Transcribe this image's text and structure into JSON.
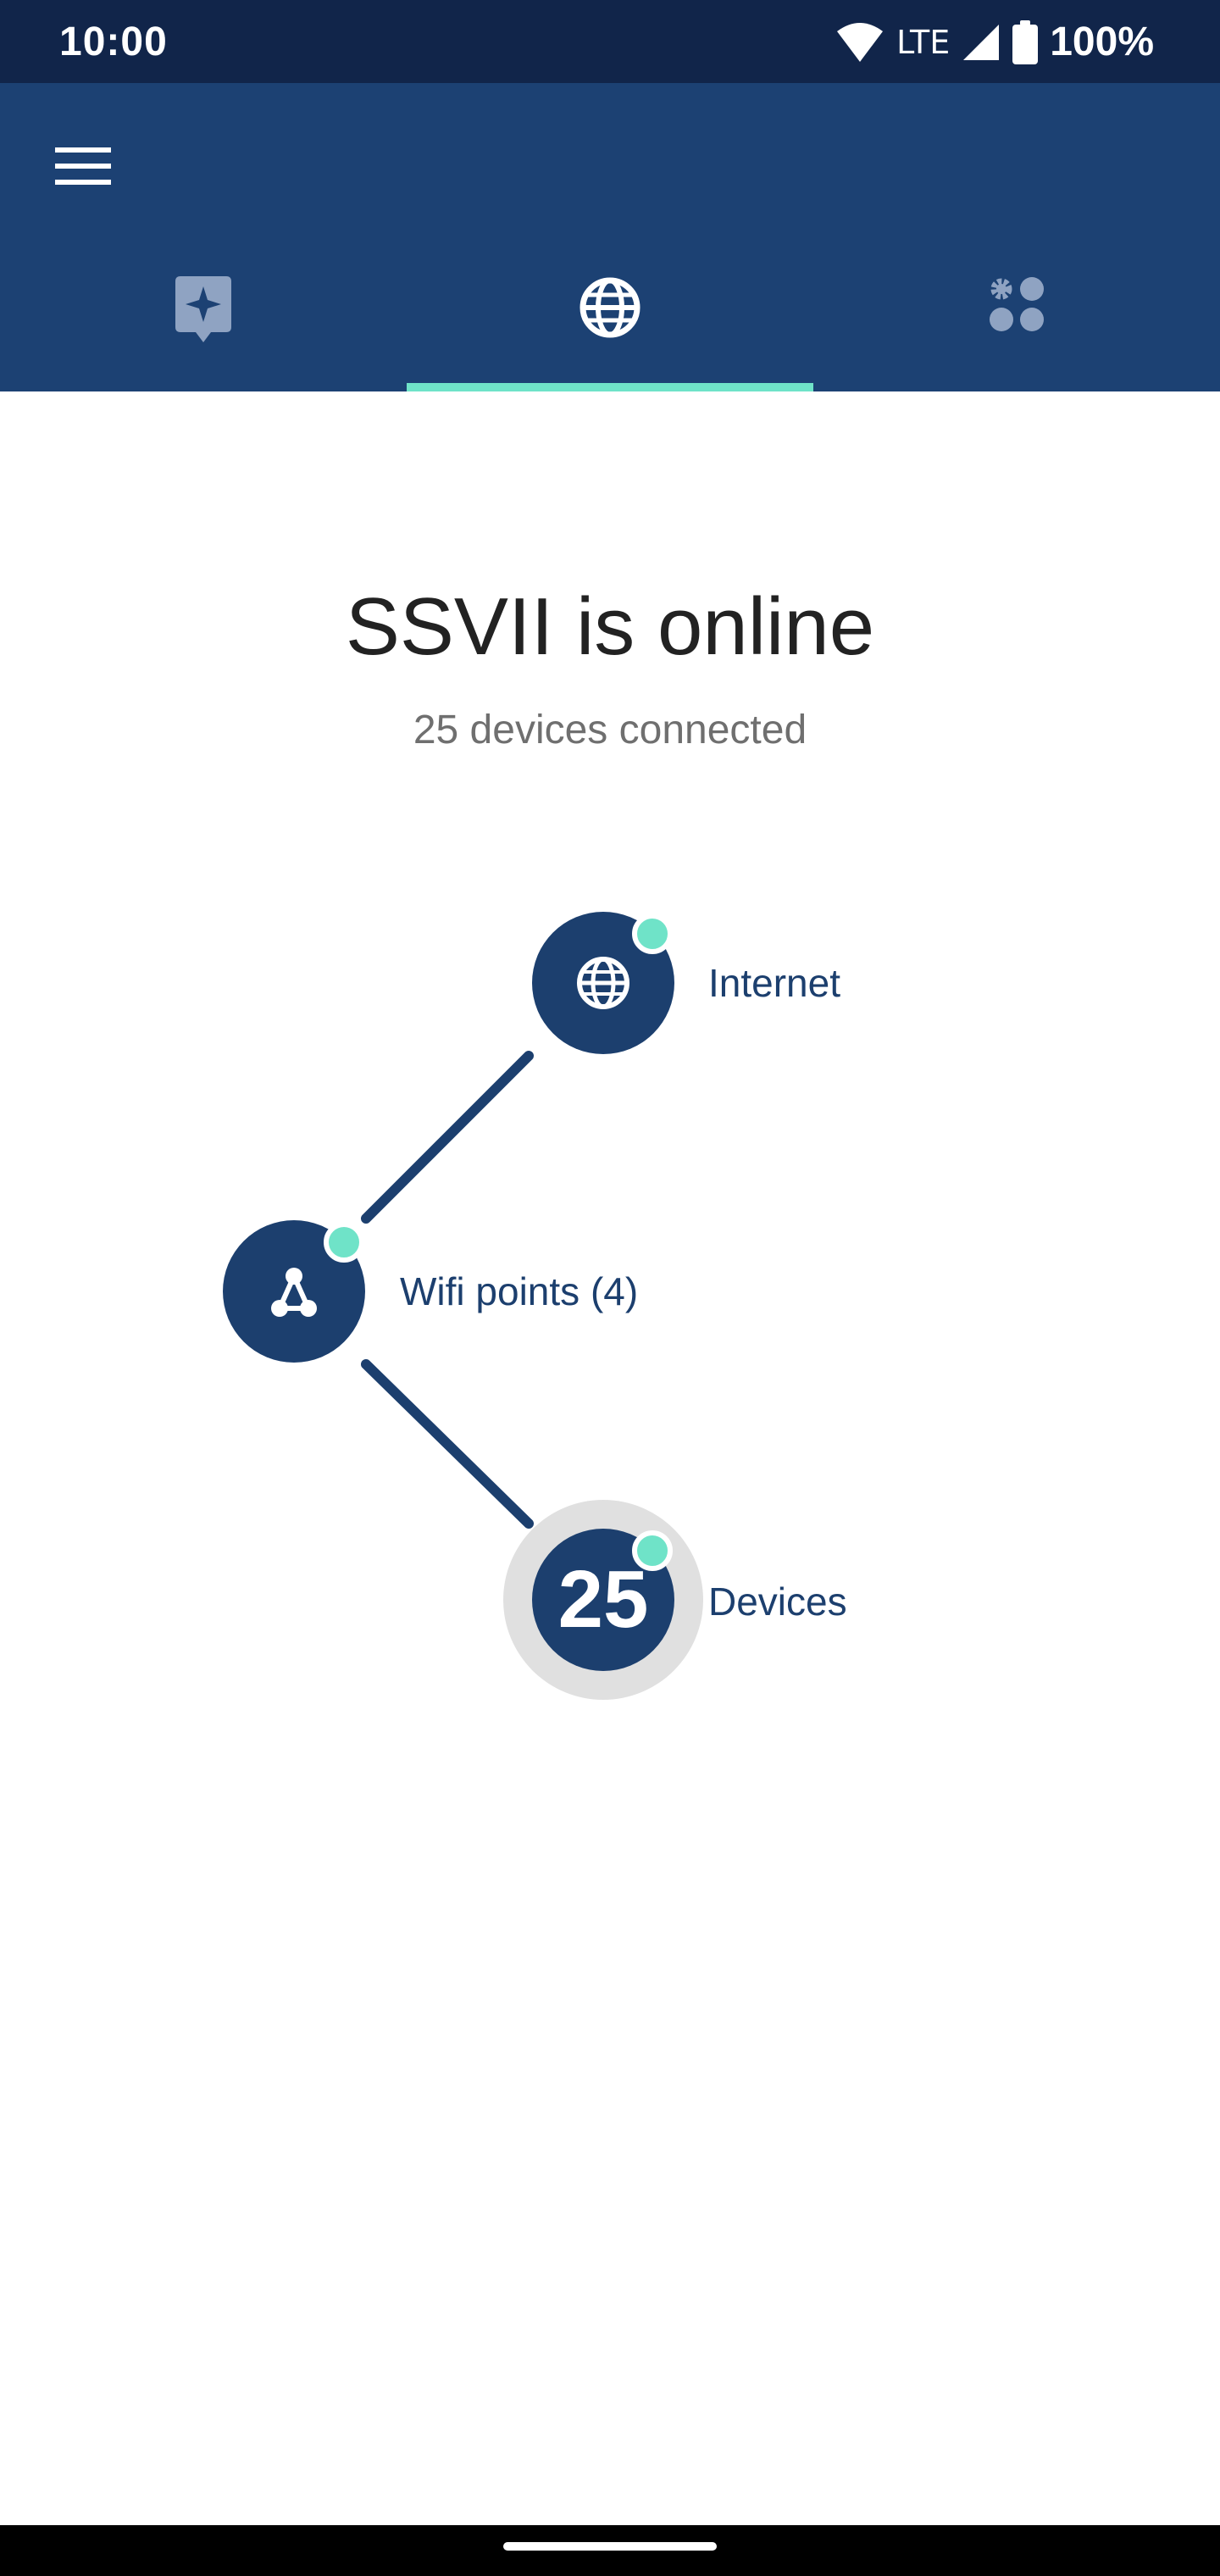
{
  "status_bar": {
    "time": "10:00",
    "network": "LTE",
    "battery": "100%"
  },
  "header": {
    "menu_icon": "hamburger-menu-icon",
    "tabs": [
      {
        "icon": "sparkle-chat-icon",
        "selected": false
      },
      {
        "icon": "globe-icon",
        "selected": true
      },
      {
        "icon": "gear-apps-grid-icon",
        "selected": false
      }
    ]
  },
  "main": {
    "title": "SSVII is online",
    "subtitle": "25 devices connected"
  },
  "topology": {
    "internet": {
      "label": "Internet",
      "icon": "globe-icon",
      "status": "online"
    },
    "wifi_points": {
      "label": "Wifi points (4)",
      "icon": "mesh-network-icon",
      "status": "online"
    },
    "devices": {
      "label": "Devices",
      "count": "25",
      "status": "online"
    }
  },
  "colors": {
    "status_bar": "#11254a",
    "header": "#1c4173",
    "node": "#1c3f6e",
    "online_dot": "#6fe3c8",
    "tab_indicator": "#6fe3c8",
    "devices_ring": "#e0e0e0"
  }
}
